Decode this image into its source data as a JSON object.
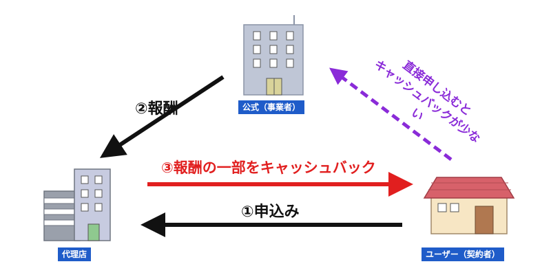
{
  "nodes": {
    "company": "公式（事業者）",
    "agency": "代理店",
    "user": "ユーザー（契約者）"
  },
  "flows": {
    "application": "①申込み",
    "reward": "②報酬",
    "cashback": "③報酬の一部をキャッシュバック",
    "direct_note_line1": "直接申し込むと",
    "direct_note_line2": "キャッシュバックが少ない"
  },
  "colors": {
    "black_arrow": "#111111",
    "red_arrow": "#e11f1f",
    "purple_arrow": "#8a2bd8",
    "label_bg": "#1f5cc9"
  }
}
